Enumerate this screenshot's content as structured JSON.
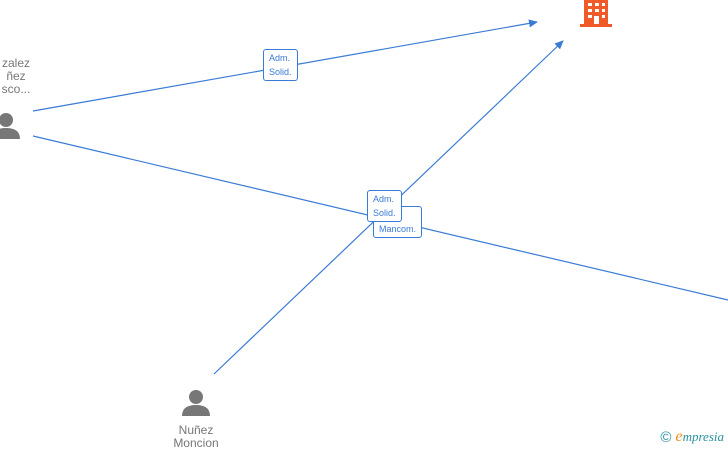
{
  "colors": {
    "edge": "#3a7bd5",
    "person": "#777777",
    "company": "#f05a28"
  },
  "nodes": {
    "person_top": {
      "label_lines": [
        "zalez",
        "ñez",
        "sco..."
      ],
      "icon": "person-icon"
    },
    "person_bottom": {
      "label_lines": [
        "Nuñez",
        "Moncion"
      ],
      "icon": "person-icon"
    },
    "company": {
      "icon": "building-icon"
    }
  },
  "edge_labels": {
    "top_edge": [
      "Adm.",
      "Solid."
    ],
    "middle_edge_upper": [
      "Adm.",
      "Solid."
    ],
    "middle_edge_lower": [
      "Mancom."
    ]
  },
  "brand": {
    "copyright": "©",
    "e": "e",
    "rest": "mpresia"
  }
}
